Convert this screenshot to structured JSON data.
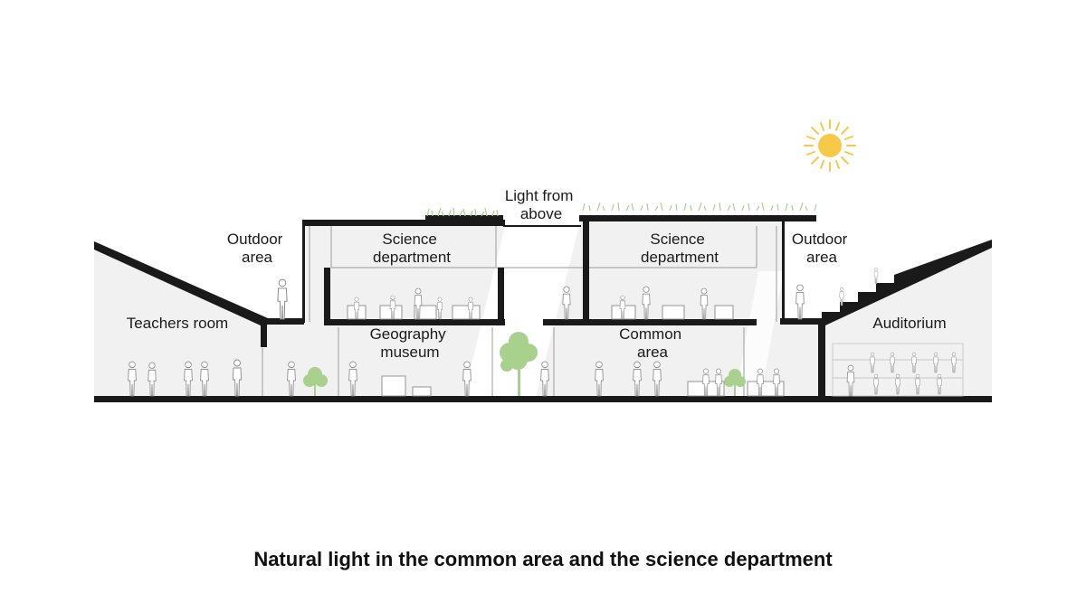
{
  "diagram": {
    "rooms": {
      "outdoor_left": [
        "Outdoor",
        "area"
      ],
      "science_left": [
        "Science",
        "department"
      ],
      "light": [
        "Light from",
        "above"
      ],
      "science_right": [
        "Science",
        "department"
      ],
      "outdoor_right": [
        "Outdoor",
        "area"
      ],
      "teachers": [
        "Teachers room"
      ],
      "geography": [
        "Geography",
        "museum"
      ],
      "common": [
        "Common",
        "area"
      ],
      "auditorium": [
        "Auditorium"
      ]
    },
    "colors": {
      "wall": "#1a1a1a",
      "interior": "#f1f1f2",
      "light_beam": "#ffffff",
      "plant": "#a9d18e",
      "sun": "#f7c948"
    },
    "icons": [
      "sun-icon",
      "tree-icon",
      "person-icon",
      "grass-icon"
    ]
  },
  "caption": "Natural light in the common area and the science department"
}
